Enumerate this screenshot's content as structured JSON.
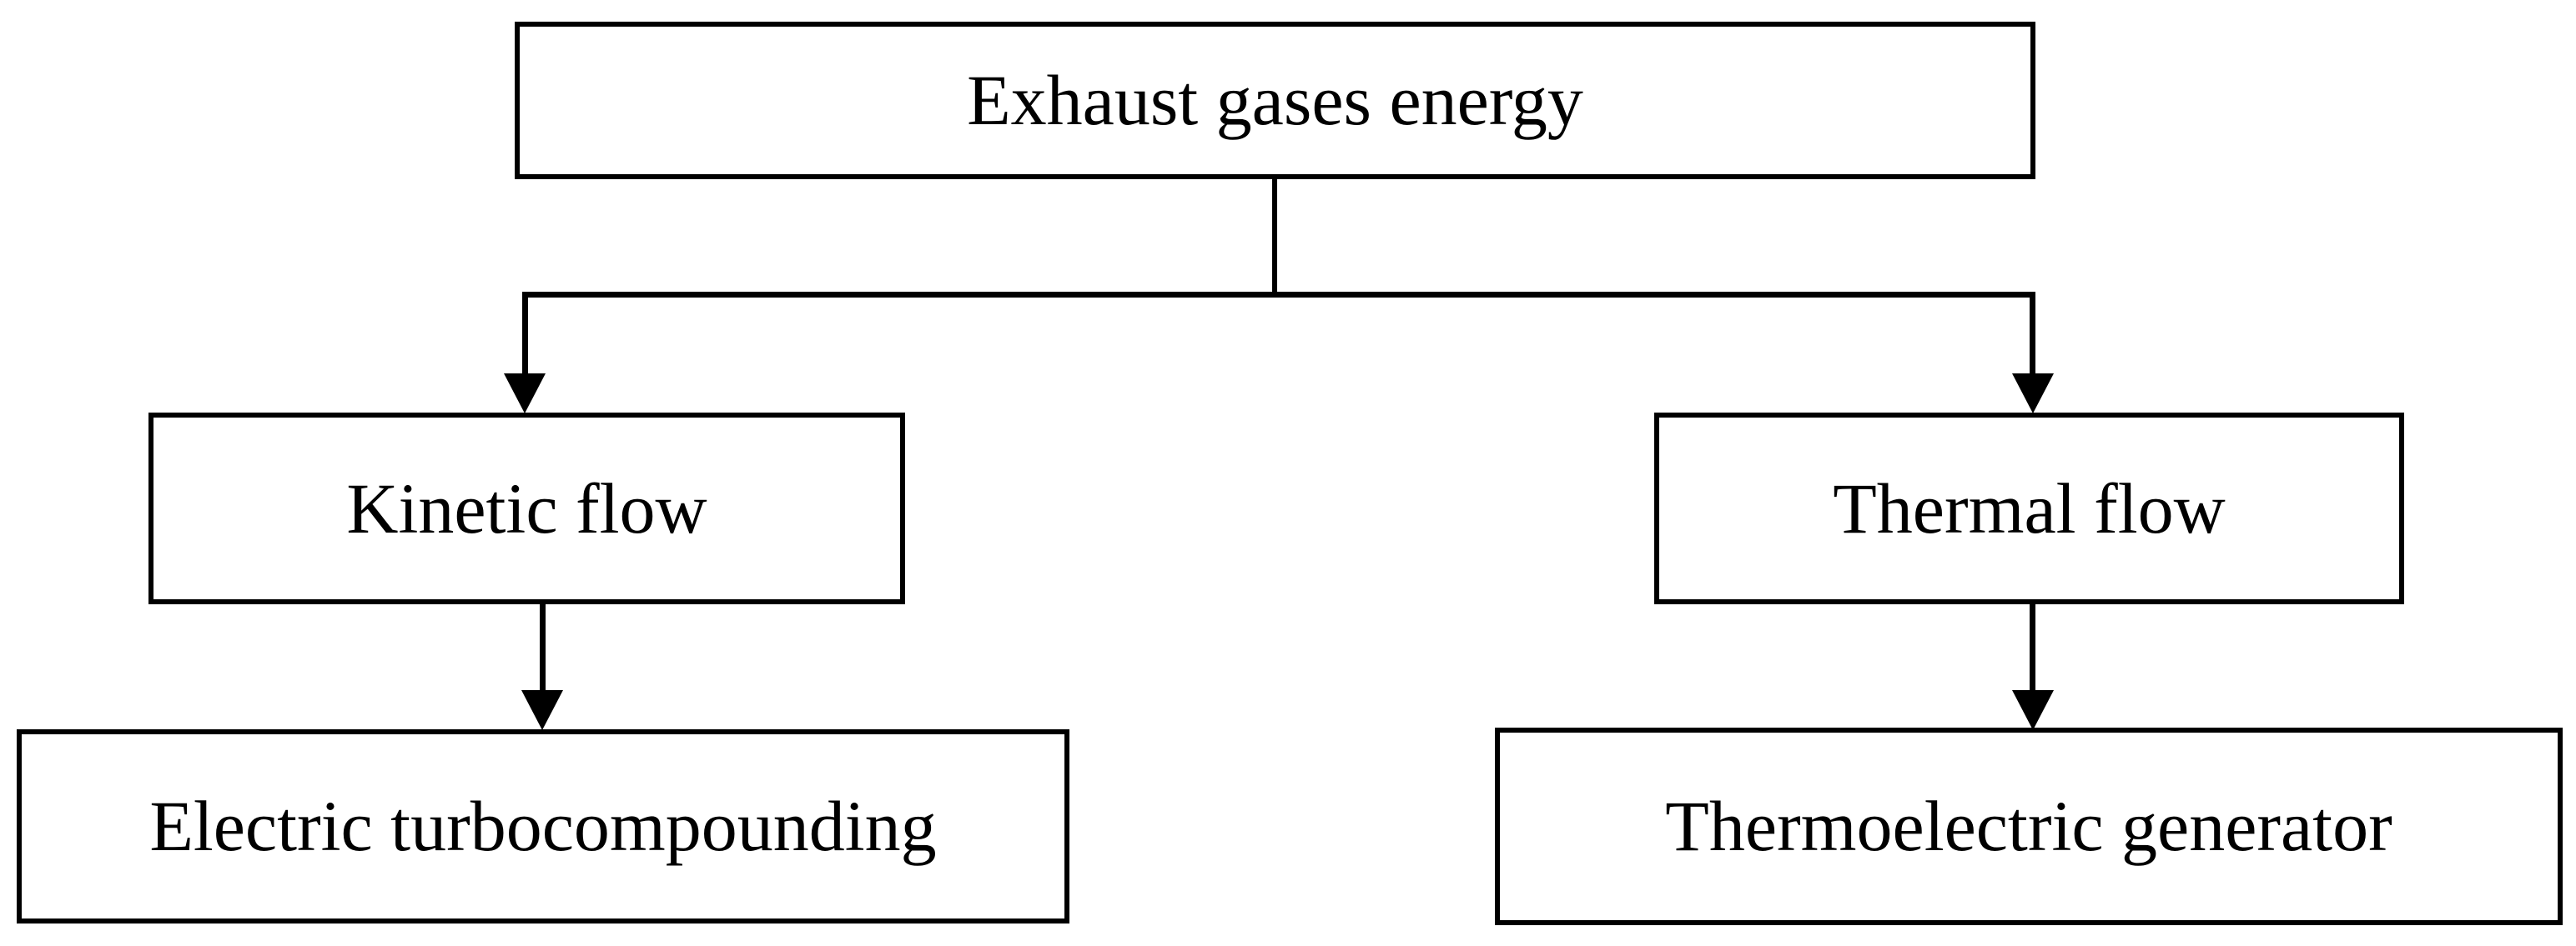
{
  "diagram": {
    "nodes": {
      "root": {
        "label": "Exhaust gases energy"
      },
      "kinetic": {
        "label": "Kinetic flow"
      },
      "thermal": {
        "label": "Thermal flow"
      },
      "turbo": {
        "label": "Electric turbocompounding"
      },
      "teg": {
        "label": "Thermoelectric generator"
      }
    },
    "edges": [
      {
        "from": "Exhaust gases energy",
        "to": "Kinetic flow"
      },
      {
        "from": "Exhaust gases energy",
        "to": "Thermal flow"
      },
      {
        "from": "Kinetic flow",
        "to": "Electric turbocompounding"
      },
      {
        "from": "Thermal flow",
        "to": "Thermoelectric generator"
      }
    ],
    "colors": {
      "line": "#000000",
      "box_background": "#ffffff",
      "text": "#000000"
    }
  }
}
